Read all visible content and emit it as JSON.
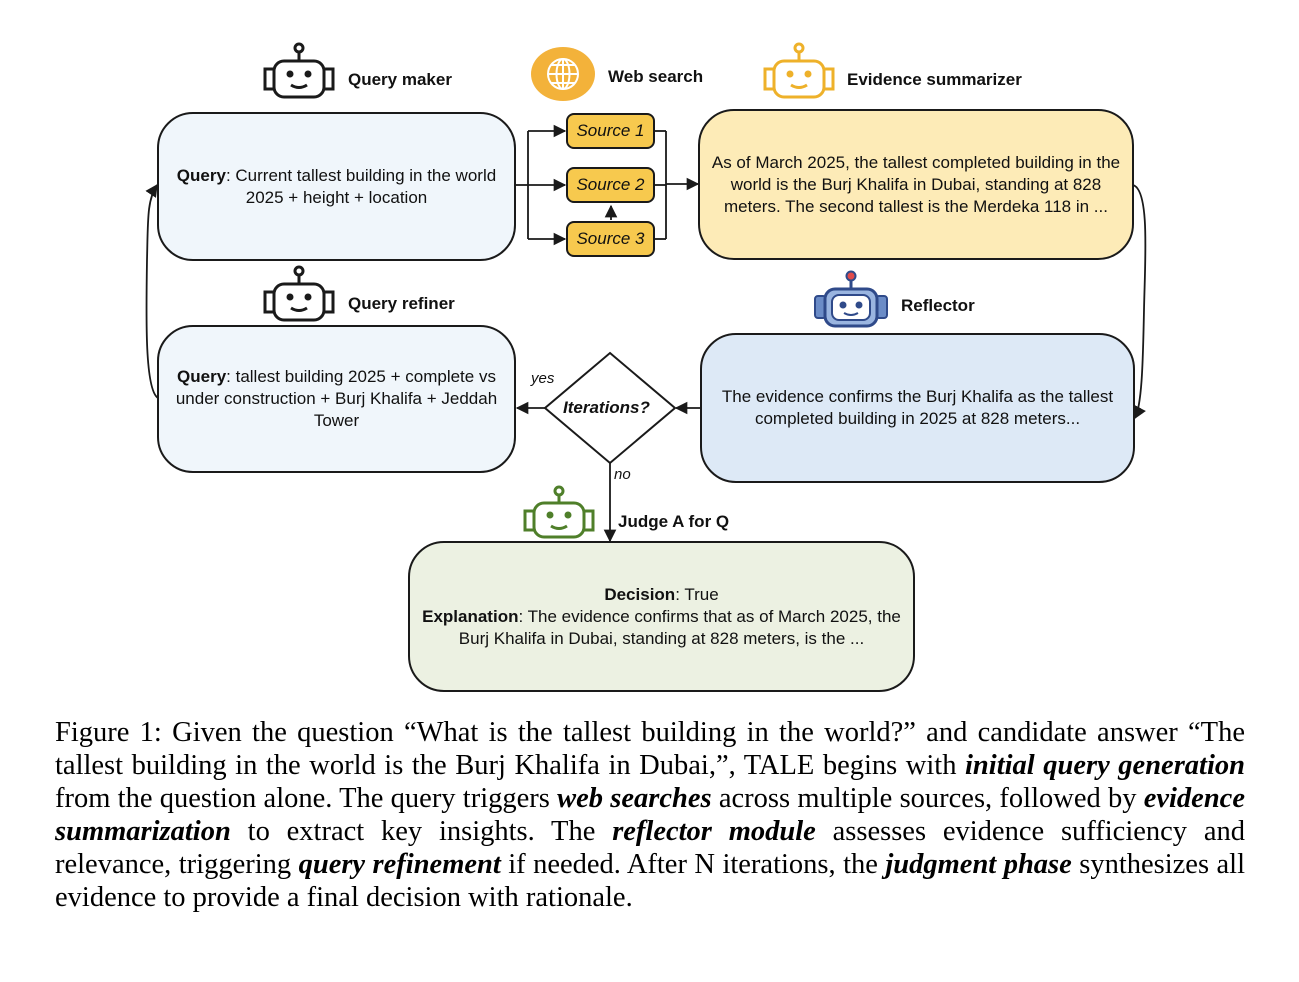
{
  "agents": {
    "query_maker": "Query maker",
    "web_search": "Web search",
    "evidence_summarizer": "Evidence summarizer",
    "query_refiner": "Query refiner",
    "reflector": "Reflector",
    "judge": "Judge A for Q"
  },
  "query_box": {
    "label": "Query",
    "text": ": Current tallest building in the world 2025 + height + location"
  },
  "sources": [
    "Source 1",
    "Source 2",
    "Source 3"
  ],
  "summary_box": {
    "text": "As of March 2025, the tallest completed building in the world is the Burj Khalifa in Dubai, standing at 828 meters. The second tallest is the Merdeka 118 in ..."
  },
  "refined_query_box": {
    "label": "Query",
    "text": ": tallest building 2025 + complete vs under construction + Burj Khalifa + Jeddah Tower"
  },
  "reflector_box": {
    "text": "The evidence confirms the Burj Khalifa as the tallest completed building in 2025 at 828 meters..."
  },
  "decision_node": {
    "text": "Iterations?",
    "yes": "yes",
    "no": "no"
  },
  "judge_box": {
    "decision_label": "Decision",
    "decision_value": ": True",
    "explanation_label": "Explanation",
    "explanation_text": ": The evidence confirms that as of March 2025, the Burj Khalifa in Dubai, standing at 828 meters, is the ..."
  },
  "caption": {
    "p1": "Figure 1:  Given the question “What is the tallest building in the world?” and candidate answer “The tallest building in the world is the Burj Khalifa in Dubai,”, TALE begins with ",
    "e1": "initial query generation",
    "p2": " from the question alone. The query triggers ",
    "e2": "web searches",
    "p3": " across multiple sources, followed by ",
    "e3": "evidence summarization",
    "p4": " to extract key insights. The ",
    "e4": "reflector module",
    "p5": " assesses evidence sufficiency and relevance, triggering ",
    "e5": "query refinement",
    "p6": " if needed. After N iterations, the ",
    "e6": "judgment phase",
    "p7": " synthesizes all evidence to provide a final decision with rationale."
  },
  "colors": {
    "query_fill": "#f0f6fb",
    "summary_fill": "#fdebb7",
    "reflector_fill": "#dde9f6",
    "judge_fill": "#ecf1e2",
    "source_fill": "#f7c94e",
    "globe": "#f3b23a",
    "robot_black": "#1a1a1a",
    "robot_yellow": "#eeb12a",
    "robot_blue": "#2f4a8a",
    "robot_green": "#4f7f2a"
  },
  "icons": [
    "robot-icon",
    "globe-icon"
  ]
}
